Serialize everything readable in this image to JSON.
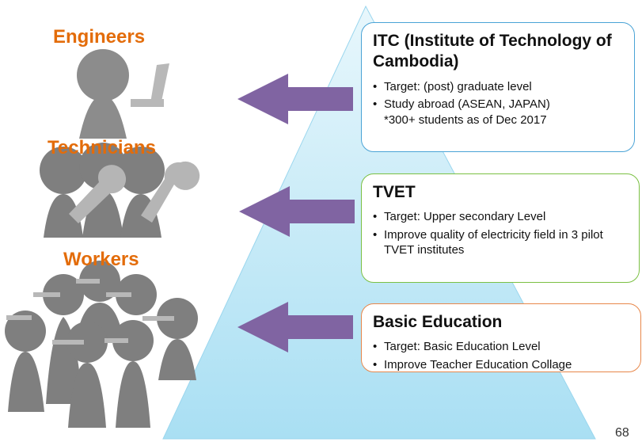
{
  "labels": {
    "engineers": "Engineers",
    "technicians": "Technicians",
    "workers": "Workers"
  },
  "boxes": {
    "itc": {
      "title": "ITC (Institute of Technology of Cambodia)",
      "bullets": [
        "Target: (post) graduate level",
        "Study abroad (ASEAN, JAPAN)"
      ],
      "note": "*300+ students as of Dec 2017"
    },
    "tvet": {
      "title": "TVET",
      "bullets": [
        "Target: Upper secondary Level",
        "Improve quality of electricity field in 3 pilot TVET institutes"
      ]
    },
    "basic": {
      "title": "Basic Education",
      "bullets": [
        "Target: Basic Education Level",
        "Improve Teacher Education Collage"
      ]
    }
  },
  "page_number": "68",
  "colors": {
    "label_orange": "#e36c0a",
    "arrow_purple": "#8064a2",
    "pyramid_fill": "#c9ecf8",
    "figure_gray": "#8c8c8c",
    "itc_border": "#4aa3d6",
    "tvet_border": "#7bc043",
    "basic_border": "#e8874a"
  }
}
